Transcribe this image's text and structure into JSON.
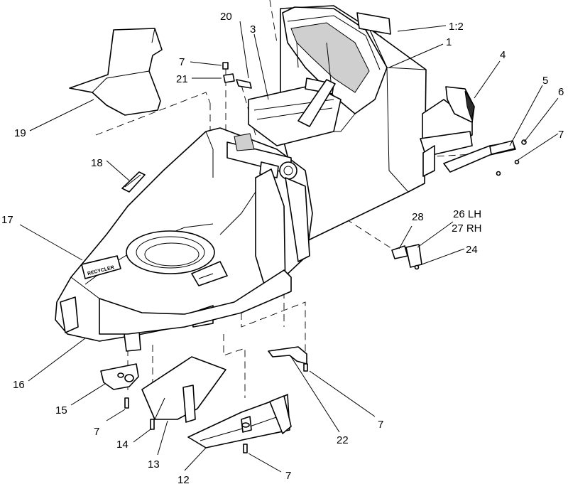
{
  "callouts": [
    {
      "id": "c-1-2",
      "label": "1:2"
    },
    {
      "id": "c-20",
      "label": "20"
    },
    {
      "id": "c-3",
      "label": "3"
    },
    {
      "id": "c-1",
      "label": "1"
    },
    {
      "id": "c-7a",
      "label": "7"
    },
    {
      "id": "c-21",
      "label": "21"
    },
    {
      "id": "c-4",
      "label": "4"
    },
    {
      "id": "c-5",
      "label": "5"
    },
    {
      "id": "c-6",
      "label": "6"
    },
    {
      "id": "c-7b",
      "label": "7"
    },
    {
      "id": "c-19",
      "label": "19"
    },
    {
      "id": "c-18",
      "label": "18"
    },
    {
      "id": "c-17",
      "label": "17"
    },
    {
      "id": "c-28",
      "label": "28"
    },
    {
      "id": "c-26",
      "label": "26 LH"
    },
    {
      "id": "c-27",
      "label": "27 RH"
    },
    {
      "id": "c-24",
      "label": "24"
    },
    {
      "id": "c-16",
      "label": "16"
    },
    {
      "id": "c-15",
      "label": "15"
    },
    {
      "id": "c-7c",
      "label": "7"
    },
    {
      "id": "c-14",
      "label": "14"
    },
    {
      "id": "c-13",
      "label": "13"
    },
    {
      "id": "c-12",
      "label": "12"
    },
    {
      "id": "c-7d",
      "label": "7"
    },
    {
      "id": "c-22",
      "label": "22"
    },
    {
      "id": "c-7e",
      "label": "7"
    }
  ],
  "deck_logo_text": "RECYCLER",
  "colors": {
    "line": "#000000",
    "background": "#ffffff",
    "shade": "#cfcfcf"
  }
}
